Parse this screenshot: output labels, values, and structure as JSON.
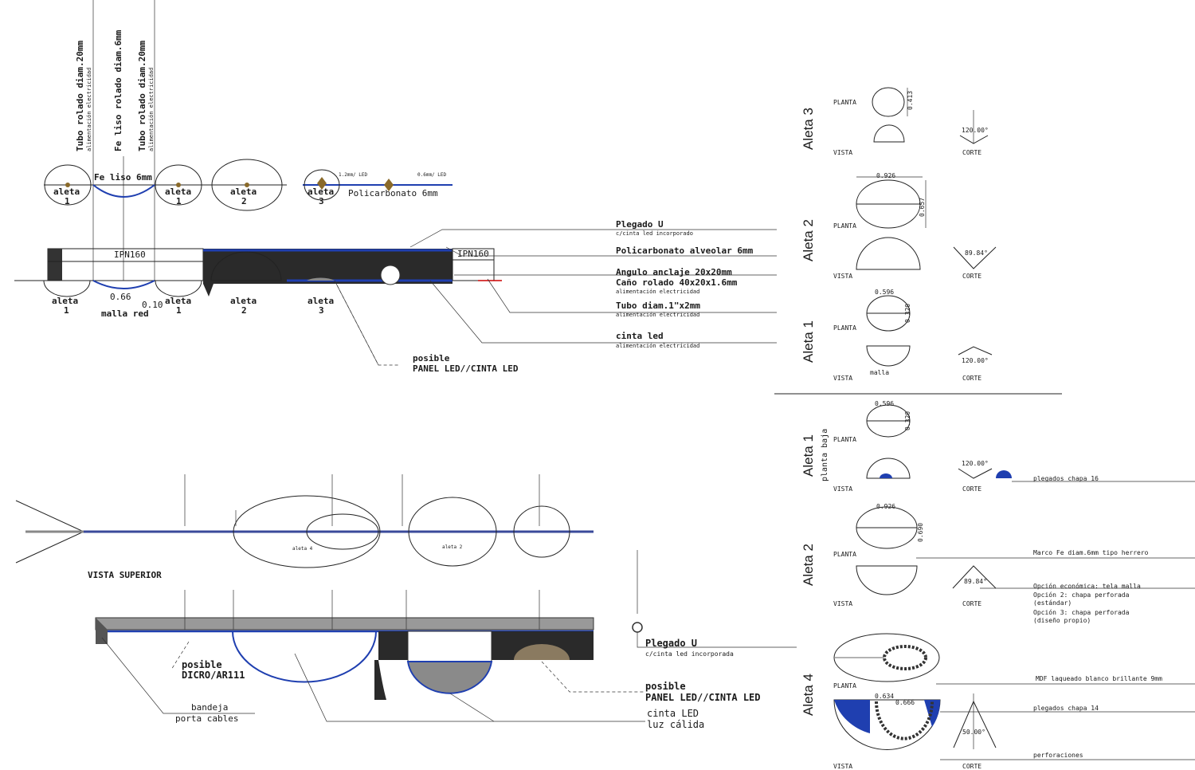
{
  "elevation": {
    "vertical_labels": [
      {
        "main": "Tubo rolado diam.20mm",
        "sub": "alimentación electricidad"
      },
      {
        "main": "Fe liso rolado diam.6mm",
        "sub": ""
      },
      {
        "main": "Tubo rolado diam.20mm",
        "sub": "alimentación electricidad"
      }
    ],
    "top_row": {
      "fe_liso": "Fe liso 6mm",
      "aletas": [
        {
          "name": "aleta",
          "num": "1"
        },
        {
          "name": "aleta",
          "num": "1"
        },
        {
          "name": "aleta",
          "num": "2"
        },
        {
          "name": "aleta",
          "num": "3"
        }
      ],
      "policarbonato": "Policarbonato  6mm",
      "small_a": "1.2mm/ LED",
      "small_b": "0.6mm/ LED"
    },
    "ipn_a": "IPN160",
    "ipn_b": "IPN160",
    "dim_066": "0.66",
    "dim_010": "0.10",
    "malla_red": "malla red",
    "bottom_aletas": [
      {
        "name": "aleta",
        "num": "1"
      },
      {
        "name": "aleta",
        "num": "1"
      },
      {
        "name": "aleta",
        "num": "2"
      },
      {
        "name": "aleta",
        "num": "3"
      }
    ],
    "callouts": [
      {
        "main": "Plegado U",
        "sub": "c/cinta led incorporado"
      },
      {
        "main": "Policarbonato alveolar 6mm",
        "sub": ""
      },
      {
        "main": "Angulo anclaje 20x20mm",
        "sub": ""
      },
      {
        "main": "Caño rolado 40x20x1.6mm",
        "sub": "alimentación electricidad"
      },
      {
        "main": "Tubo diam.1\"x2mm",
        "sub": "alimentación electricidad"
      },
      {
        "main": "cinta led",
        "sub": "alimentación electricidad"
      }
    ],
    "posible_a": "posible",
    "posible_b": "PANEL LED//CINTA LED"
  },
  "plan": {
    "title": "VISTA SUPERIOR",
    "aleta4": "aleta 4",
    "aleta2": "aleta 2",
    "plegado_main": "Plegado U",
    "plegado_sub": "c/cinta led incorporada",
    "dicro_a": "posible",
    "dicro_b": "DICRO/AR111",
    "bandeja_a": "bandeja",
    "bandeja_b": "porta cables",
    "panel_a": "posible",
    "panel_b": "PANEL LED//CINTA LED",
    "cinta_a": "cinta LED",
    "cinta_b": "luz cálida"
  },
  "details": {
    "planta": "PLANTA",
    "vista": "VISTA",
    "corte": "CORTE",
    "a3": {
      "title": "Aleta 3",
      "dim": "0.413",
      "angle": "120.00°"
    },
    "a2": {
      "title": "Aleta 2",
      "w": "0.926",
      "h": "0.657",
      "angle": "89.84°"
    },
    "a1": {
      "title": "Aleta 1",
      "w": "0.596",
      "h": "0.320",
      "angle": "120.00°",
      "malla": "malla"
    },
    "a1b": {
      "title": "Aleta 1",
      "sub": "planta baja",
      "w": "0.596",
      "h": "0.320",
      "angle": "120.00°",
      "note": "plegados chapa 16"
    },
    "a2b": {
      "title": "Aleta 2",
      "w": "0.926",
      "h": "0.690",
      "angle": "89.84°",
      "notes": [
        "Marco Fe diam.6mm tipo herrero",
        "Opción económica: tela malla",
        "Opción 2: chapa perforada",
        "(estándar)",
        "Opción 3: chapa perforada",
        "(diseño propio)"
      ]
    },
    "a4": {
      "title": "Aleta 4",
      "w1": "0.634",
      "w2": "0.666",
      "angle": "50.00°",
      "notes": [
        "MDF laqueado blanco brillante 9mm",
        "plegados chapa 14",
        "perforaciones"
      ]
    }
  }
}
